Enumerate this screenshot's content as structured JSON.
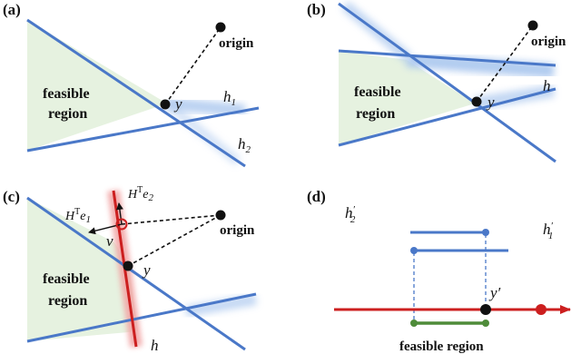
{
  "colors": {
    "line_blue": "#4a78c8",
    "glow_blue": "#a9c6ee",
    "feasible_fill": "#e6f2e0",
    "line_red": "#cc1f1f",
    "glow_red": "#f2a6a6",
    "green": "#4f8c3a",
    "black": "#111111"
  },
  "panels": {
    "a": {
      "label": "(a)",
      "feasible_label_1": "feasible",
      "feasible_label_2": "region",
      "origin_label": "origin",
      "point_label": "y",
      "h1_base": "h",
      "h1_sub": "1",
      "h2_base": "h",
      "h2_sub": "2"
    },
    "b": {
      "label": "(b)",
      "feasible_label_1": "feasible",
      "feasible_label_2": "region",
      "origin_label": "origin",
      "point_label": "y",
      "h_label": "h"
    },
    "c": {
      "label": "(c)",
      "feasible_label_1": "feasible",
      "feasible_label_2": "region",
      "origin_label": "origin",
      "point_y_label": "y",
      "point_v_label": "v",
      "h_label": "h",
      "vec1_base": "H",
      "vec1_sup": "T",
      "vec1_e": "e",
      "vec1_sub": "1",
      "vec2_base": "H",
      "vec2_sup": "T",
      "vec2_e": "e",
      "vec2_sub": "2"
    },
    "d": {
      "label": "(d)",
      "h2p_base": "h",
      "h2p_prime": "′",
      "h2p_sub": "2",
      "h1p_base": "h",
      "h1p_prime": "′",
      "h1p_sub": "1",
      "yprime_label": "y′",
      "feasible_label": "feasible region"
    }
  }
}
